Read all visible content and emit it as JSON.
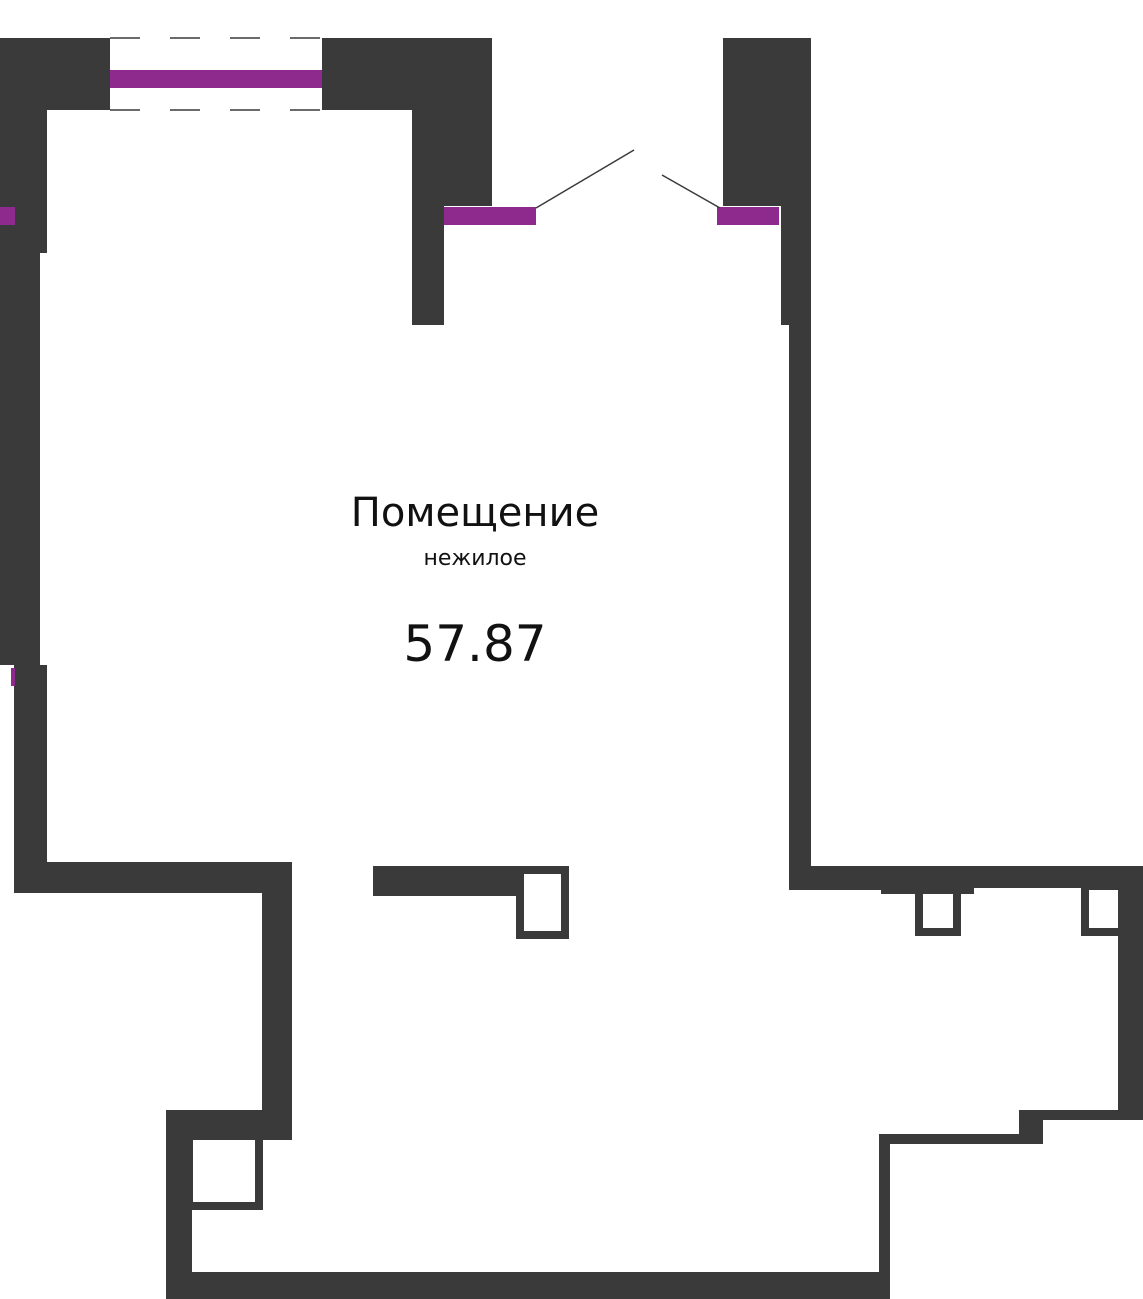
{
  "room": {
    "title": "Помещение",
    "subtitle": "нежилое",
    "area": "57.87"
  },
  "colors": {
    "wall": "#3a3a3a",
    "window": "#8e2a8e",
    "background": "#ffffff",
    "text": "#111111"
  }
}
